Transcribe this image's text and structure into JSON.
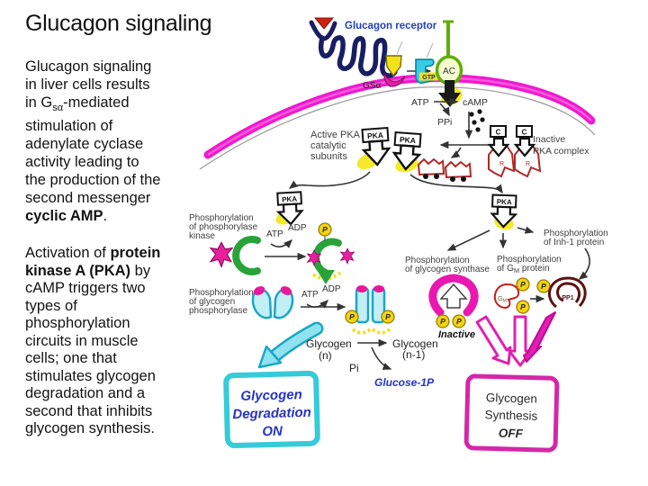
{
  "title": "Glucagon signaling",
  "colors": {
    "membrane_magenta": "#ee1ad0",
    "receptor_navy": "#191e63",
    "receptor_label_blue": "#2440c0",
    "cyan": "#35cde6",
    "ac_green": "#5fae00",
    "kinase_green": "#28a33a",
    "magenta_accent": "#e020b0",
    "yellow_highlight": "#f2ea2a",
    "phosphate_yellow": "#f2d414",
    "red_subunit": "#b02828",
    "dark_red": "#5c1212",
    "blue_text": "#2633c4",
    "glucagon_red": "#cc2211",
    "label_gray": "#3f3f3f"
  },
  "p1": {
    "l1": "Glucagon signaling",
    "l2": "in liver cells results",
    "l3a": "in G",
    "l3sub": "sα",
    "l3b": "-mediated",
    "l4": "stimulation of",
    "l5": "adenylate cyclase",
    "l6": "activity leading to",
    "l7": "the production of the",
    "l8": "second messenger",
    "l9bold": "cyclic AMP",
    "l9end": "."
  },
  "p2": {
    "l1a": "Activation of ",
    "l1bold": "protein",
    "l2bold": "kinase A (PKA)",
    "l2b": " by",
    "l3": "cAMP triggers two",
    "l4": "types of",
    "l5": "phosphorylation",
    "l6": "circuits in muscle",
    "l7": "cells; one that",
    "l8": "stimulates glycogen",
    "l9": "degradation and a",
    "l10": "second that inhibits",
    "l11": "glycogen synthesis."
  },
  "diagram": {
    "receptor_label": "Glucagon receptor",
    "gs_alpha": "GSα",
    "gtp": "GTP",
    "ac": "AC",
    "atp": "ATP",
    "adp": "ADP",
    "camp": "cAMP",
    "ppi": "PPi",
    "pka": "PKA",
    "c_subunit": "C",
    "r_subunit": "R",
    "p_badge": "P",
    "active_pka": {
      "l1": "Active PKA",
      "l2": "catalytic",
      "l3": "subunits"
    },
    "inactive_complex": {
      "l1": "Inactive",
      "l2": "PKA complex"
    },
    "phos_kinase": {
      "l1": "Phosphorylation",
      "l2": "of phosphorylase",
      "l3": "kinase"
    },
    "phos_glyphos": {
      "l1": "Phosphorylation",
      "l2": "of glycogen",
      "l3": "phosphorylase"
    },
    "phos_synthase": {
      "l1": "Phosphorylation",
      "l2": "of glycogen synthase"
    },
    "phos_gm": {
      "l1": "Phosphorylation",
      "l2a": "of G",
      "l2sub": "M",
      "l2b": " protein"
    },
    "phos_inh": {
      "l1": "Phosphorylation",
      "l2": "of Inh-1 protein"
    },
    "glycogen_n": {
      "l1": "Glycogen",
      "l2": "(n)"
    },
    "glycogen_n1": {
      "l1": "Glycogen",
      "l2": "(n-1)"
    },
    "pi": "Pi",
    "glucose_1p": "Glucose-1P",
    "gm": {
      "a": "G",
      "sub": "M"
    },
    "pp1": "PP1",
    "inactive": "Inactive",
    "box_on": {
      "l1": "Glycogen",
      "l2": "Degradation",
      "l3": "ON"
    },
    "box_off": {
      "l1": "Glycogen",
      "l2": "Synthesis",
      "l3": "OFF"
    }
  }
}
